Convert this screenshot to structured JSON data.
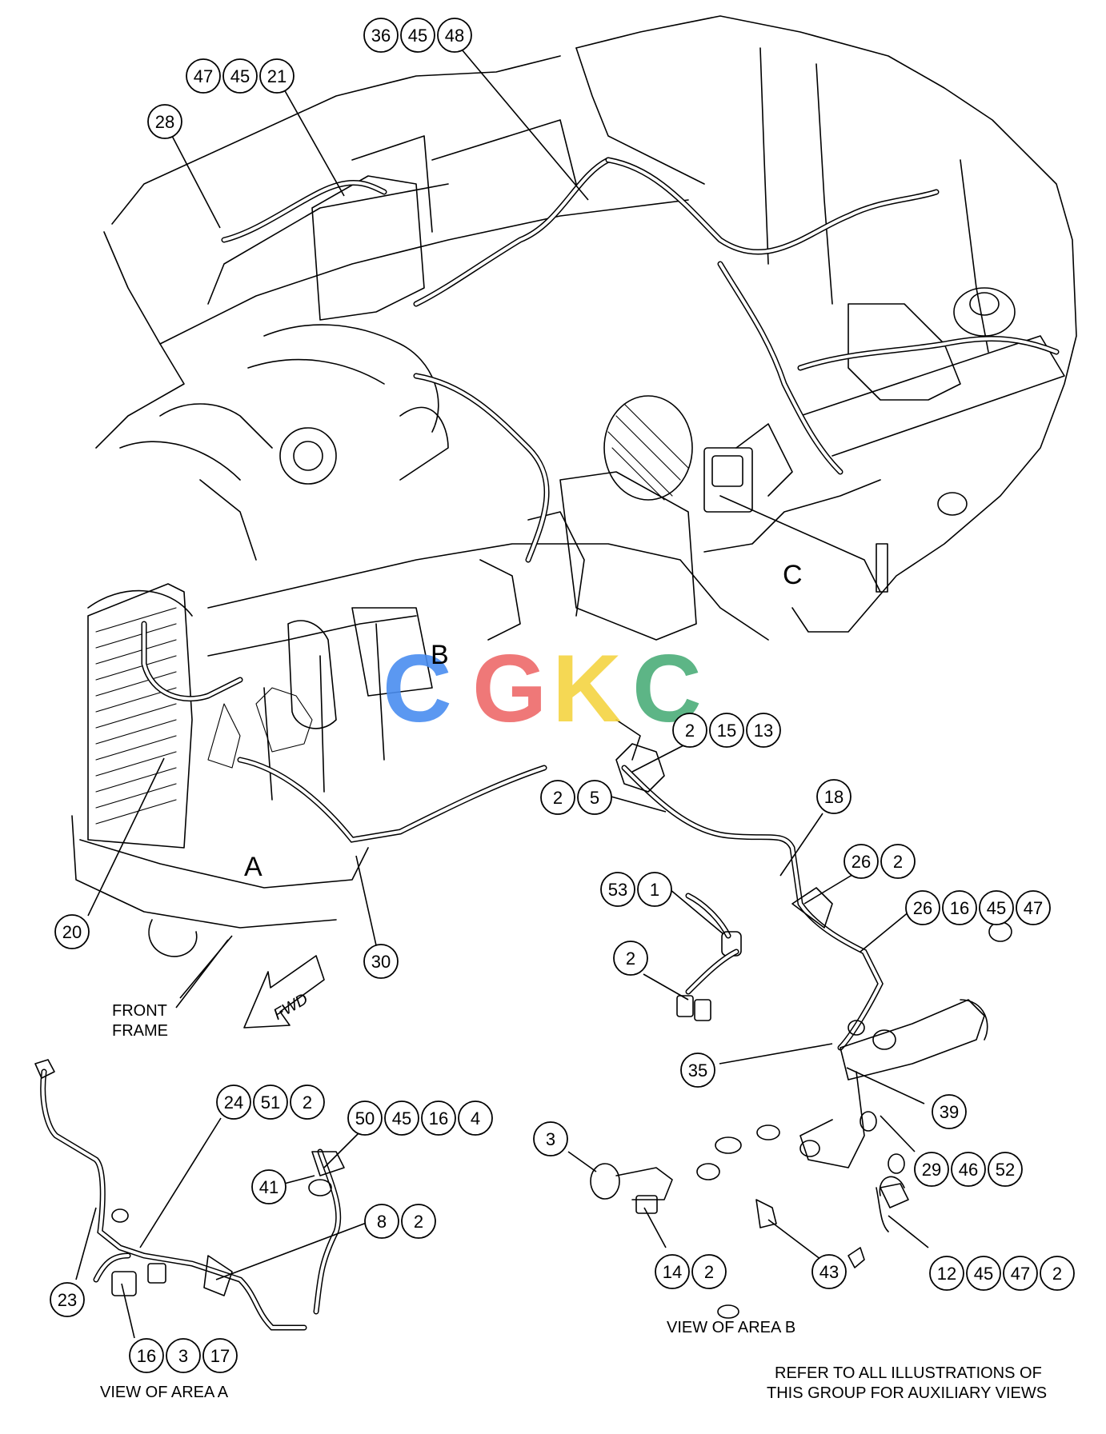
{
  "callouts": {
    "c36": "36",
    "c45a": "45",
    "c48": "48",
    "c47a": "47",
    "c45b": "45",
    "c21": "21",
    "c28": "28",
    "c2a": "2",
    "c15": "15",
    "c13": "13",
    "c2b": "2",
    "c5": "5",
    "c18": "18",
    "c26a": "26",
    "c2c": "2",
    "c26b": "26",
    "c16a": "16",
    "c45c": "45",
    "c47b": "47",
    "c53": "53",
    "c1": "1",
    "c2d": "2",
    "c20": "20",
    "c30": "30",
    "c35": "35",
    "c39": "39",
    "c24": "24",
    "c51": "51",
    "c2e": "2",
    "c50": "50",
    "c45d": "45",
    "c16b": "16",
    "c4": "4",
    "c41": "41",
    "c8": "8",
    "c2f": "2",
    "c23": "23",
    "c16c": "16",
    "c3a": "3",
    "c17": "17",
    "c3b": "3",
    "c14": "14",
    "c2g": "2",
    "c43": "43",
    "c29": "29",
    "c46": "46",
    "c52": "52",
    "c12": "12",
    "c45e": "45",
    "c47c": "47",
    "c2h": "2"
  },
  "area_letters": {
    "a": "A",
    "b": "B",
    "c": "C"
  },
  "labels": {
    "front_frame_1": "FRONT",
    "front_frame_2": "FRAME",
    "fwd_arrow": "FWD",
    "view_area_a": "VIEW OF AREA A",
    "view_area_b": "VIEW OF AREA B",
    "refer_note_1": "REFER TO ALL ILLUSTRATIONS OF",
    "refer_note_2": "THIS GROUP FOR AUXILIARY VIEWS"
  },
  "watermark": {
    "letters": [
      "C",
      "G",
      "K",
      "C"
    ],
    "colors": [
      "#4a8df0",
      "#ee6a6a",
      "#f5d442",
      "#4cae7a"
    ]
  }
}
